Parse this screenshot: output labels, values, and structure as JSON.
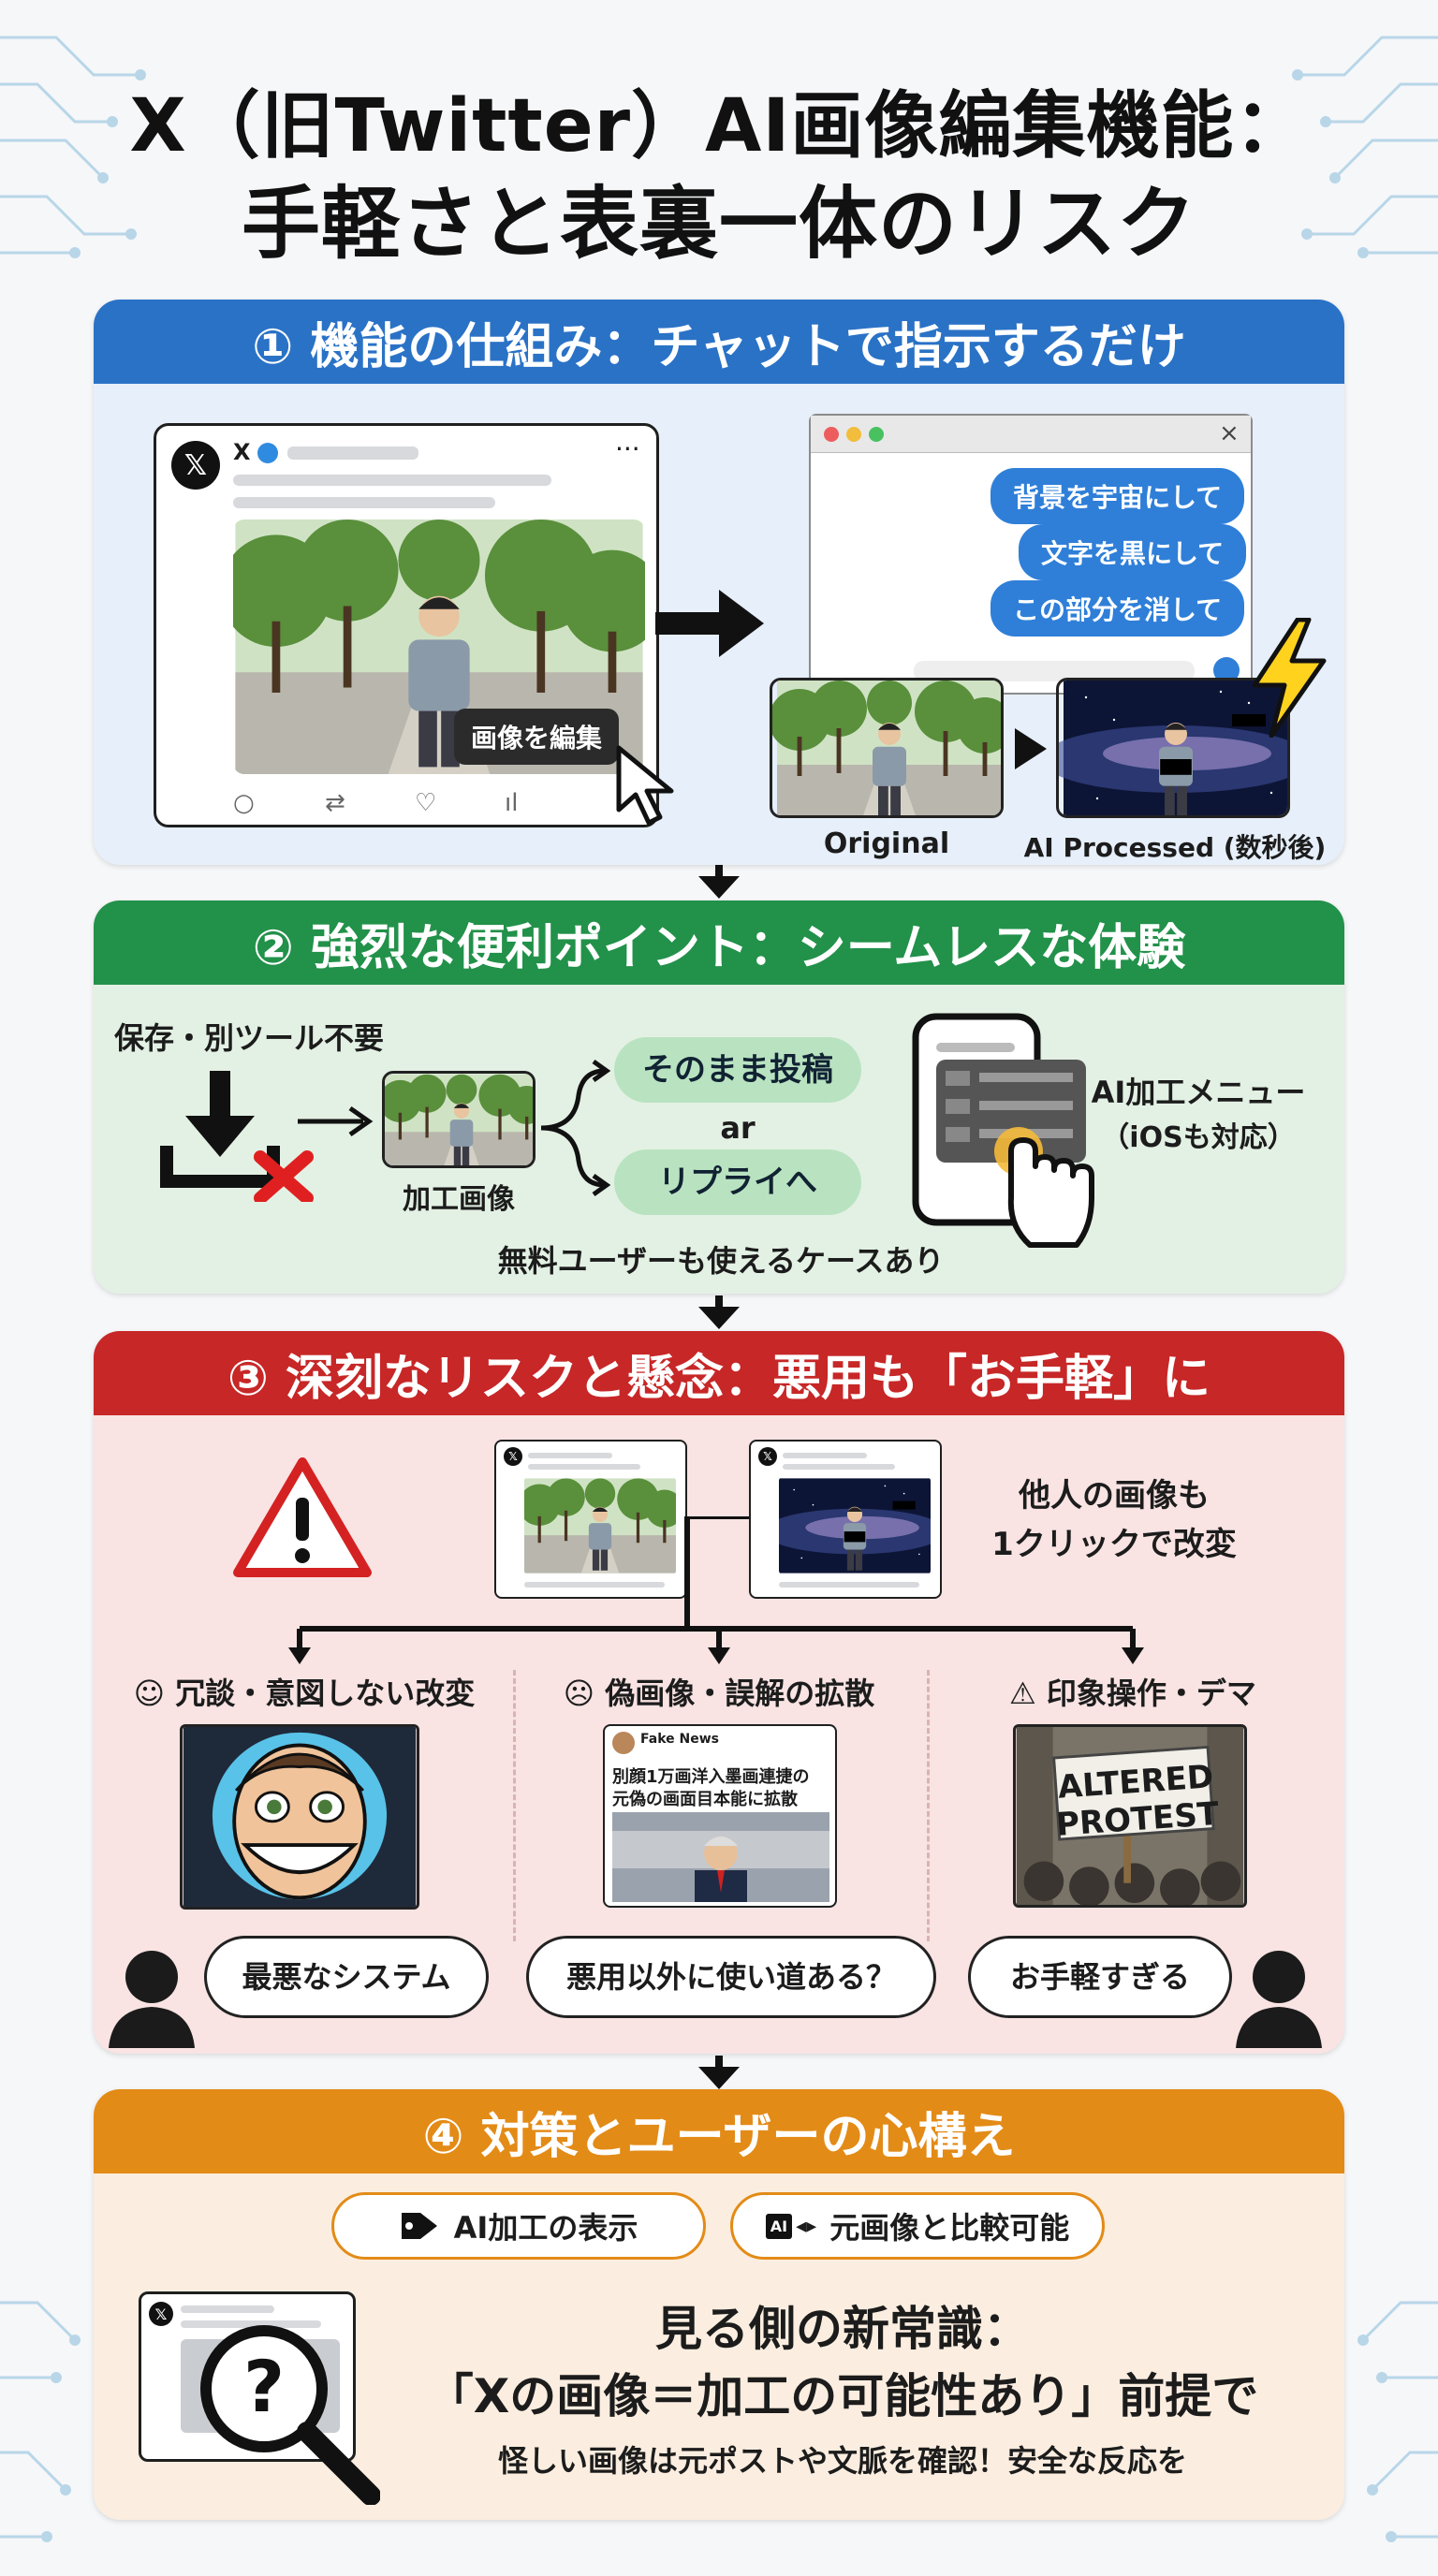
{
  "title": {
    "line1": "X（旧Twitter）AI画像編集機能：",
    "line2": "手軽さと表裏一体のリスク"
  },
  "section1": {
    "heading": "① 機能の仕組み：チャットで指示するだけ",
    "post_user": "X",
    "edit_button": "画像を編集",
    "chat_messages": [
      "背景を宇宙にして",
      "文字を黒にして",
      "この部分を消して"
    ],
    "original_caption": "Original",
    "processed_caption": "AI Processed (数秒後)"
  },
  "section2": {
    "heading": "② 強烈な便利ポイント：シームレスな体験",
    "no_save_label": "保存・別ツール不要",
    "processed_label": "加工画像",
    "option_post": "そのまま投稿",
    "or_label": "ar",
    "option_reply": "リプライへ",
    "menu_label_line1": "AI加工メニュー",
    "menu_label_line2": "（iOSも対応）",
    "free_note": "無料ユーザーも使えるケースあり"
  },
  "section3": {
    "heading": "③ 深刻なリスクと懸念：悪用も「お手軽」に",
    "alter_note_line1": "他人の画像も",
    "alter_note_line2": "1クリックで改変",
    "risk1": "☺ 冗談・意図しない改変",
    "risk2": "☹ 偽画像・誤解の拡散",
    "risk3": "⚠ 印象操作・デマ",
    "fake_news_account": "Fake News",
    "fake_news_headline_line1": "別顔1万画洋入墨画連捷の",
    "fake_news_headline_line2": "元偽の画面目本能に拡散",
    "protest_sign_line1": "ALTERED",
    "protest_sign_line2": "PROTEST",
    "quote1": "最悪なシステム",
    "quote2": "悪用以外に使い道ある？",
    "quote3": "お手軽すぎる"
  },
  "section4": {
    "heading": "④ 対策とユーザーの心構え",
    "tag1": "AI加工の表示",
    "tag2": "元画像と比較可能",
    "tag2_badge": "AI",
    "new_common_sense": "見る側の新常識：",
    "premise": "「Xの画像＝加工の可能性あり」前提で",
    "advice": "怪しい画像は元ポストや文脈を確認！安全な反応を"
  },
  "colors": {
    "blue": "#2a72c6",
    "green": "#22914a",
    "red": "#c72727",
    "orange": "#e38b17"
  }
}
